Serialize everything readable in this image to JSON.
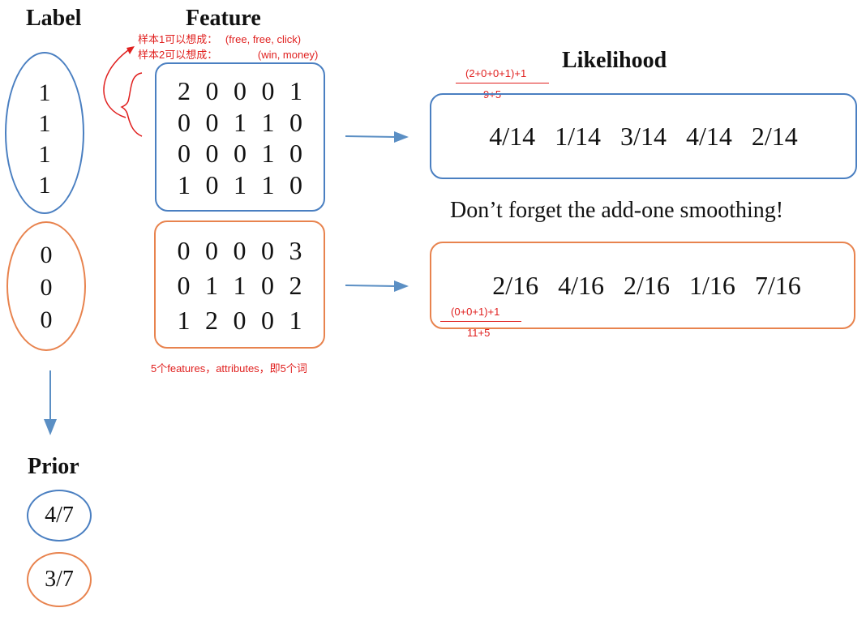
{
  "headings": {
    "label": "Label",
    "feature": "Feature",
    "likelihood": "Likelihood",
    "prior": "Prior"
  },
  "annotations": {
    "sample1_prefix": "样本1可以想成：",
    "sample1_words": "(free, free, click)",
    "sample2_prefix": "样本2可以想成：",
    "sample2_words": "(win, money)",
    "features_note": "5个features，attributes，即5个词",
    "frac_top_num": "(2+0+0+1)+1",
    "frac_top_den": "9+5",
    "frac_bottom_num": "(0+0+1)+1",
    "frac_bottom_den": "11+5"
  },
  "class1": {
    "labels": [
      "1",
      "1",
      "1",
      "1"
    ],
    "features": [
      [
        "2",
        "0",
        "0",
        "0",
        "1"
      ],
      [
        "0",
        "0",
        "1",
        "1",
        "0"
      ],
      [
        "0",
        "0",
        "0",
        "1",
        "0"
      ],
      [
        "1",
        "0",
        "1",
        "1",
        "0"
      ]
    ],
    "likelihood": [
      "4/14",
      "1/14",
      "3/14",
      "4/14",
      "2/14"
    ],
    "prior": "4/7"
  },
  "class0": {
    "labels": [
      "0",
      "0",
      "0"
    ],
    "features": [
      [
        "0",
        "0",
        "0",
        "0",
        "3"
      ],
      [
        "0",
        "1",
        "1",
        "0",
        "2"
      ],
      [
        "1",
        "2",
        "0",
        "0",
        "1"
      ]
    ],
    "likelihood": [
      "2/16",
      "4/16",
      "2/16",
      "1/16",
      "7/16"
    ],
    "prior": "3/7"
  },
  "smoothing_note": "Don’t forget the add-one smoothing!",
  "colors": {
    "class1": "#4a7fc1",
    "class0": "#e8834e",
    "annotation": "#e0201f"
  }
}
